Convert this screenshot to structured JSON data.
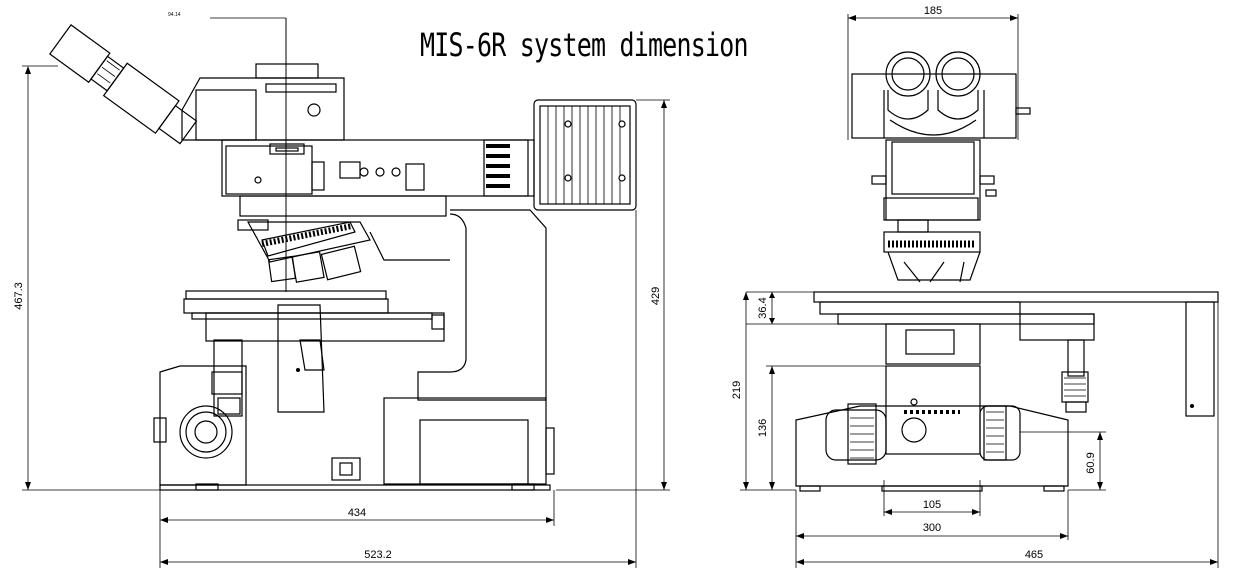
{
  "title": "MIS-6R system dimension",
  "side_view": {
    "dims": {
      "total_height": "467.3",
      "stage_to_lamp_height": "429",
      "base_depth": "434",
      "total_depth": "523.2"
    }
  },
  "front_view": {
    "dims": {
      "eyepiece_width": "185",
      "stage_thickness": "36.4",
      "stage_height": "219",
      "focus_height": "136",
      "knob_height": "60.9",
      "inner_width": "105",
      "base_width": "300",
      "total_width": "465"
    }
  }
}
